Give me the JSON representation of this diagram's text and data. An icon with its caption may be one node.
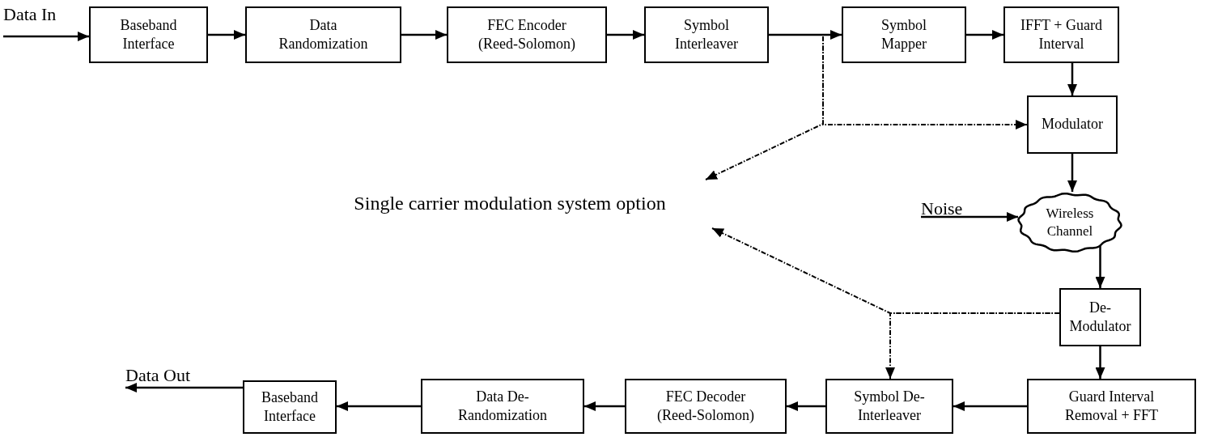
{
  "diagram": {
    "nodes": [
      {
        "text": [
          "Data In"
        ]
      },
      {
        "text": [
          "Baseband Interface"
        ]
      },
      {
        "text": [
          "Data Randomization"
        ]
      },
      {
        "text": [
          "FEC Encoder (Reed-Solomon)"
        ]
      },
      {
        "text": [
          "Symbol Interleaver"
        ]
      },
      {
        "text": [
          "Symbol Mapper"
        ]
      },
      {
        "text": [
          "IFFT + Guard Interval"
        ]
      },
      {
        "text": [
          "Modulator"
        ]
      },
      {
        "text": [
          "Noise"
        ]
      },
      {
        "text": [
          "Wireless Channel"
        ]
      },
      {
        "text": [
          "De- Modulator"
        ]
      },
      {
        "text": [
          "Guard Interval Removal + FFT"
        ]
      },
      {
        "text": [
          "Symbol De- Interleaver"
        ]
      },
      {
        "text": [
          "FEC Decoder (Reed-Solomon)"
        ]
      },
      {
        "text": [
          "Data De- Randomization"
        ]
      },
      {
        "text": [
          "Baseband Interface"
        ]
      },
      {
        "text": [
          "Data Out"
        ]
      },
      {
        "text": [
          "Single carrier modulation system option"
        ]
      }
    ],
    "edges": [
      {
        "from": 0,
        "to": 1,
        "arrow": "to"
      },
      {
        "from": 1,
        "to": 2,
        "arrow": "to"
      },
      {
        "from": 2,
        "to": 3,
        "arrow": "to"
      },
      {
        "from": 3,
        "to": 4,
        "arrow": "to"
      },
      {
        "from": 4,
        "to": 5,
        "arrow": "to"
      },
      {
        "from": 5,
        "to": 6,
        "arrow": "to"
      },
      {
        "from": 6,
        "to": 7,
        "arrow": "to"
      },
      {
        "from": 7,
        "to": 9,
        "arrow": "to"
      },
      {
        "from": 8,
        "to": 9,
        "arrow": "to"
      },
      {
        "from": 9,
        "to": 10,
        "arrow": "to"
      },
      {
        "from": 10,
        "to": 11,
        "arrow": "to"
      },
      {
        "from": 11,
        "to": 12,
        "arrow": "to"
      },
      {
        "from": 12,
        "to": 13,
        "arrow": "to"
      },
      {
        "from": 13,
        "to": 14,
        "arrow": "to"
      },
      {
        "from": 14,
        "to": 15,
        "arrow": "to"
      },
      {
        "from": 15,
        "to": 16,
        "arrow": "to"
      },
      {
        "from": 4,
        "to": 7,
        "arrow": "to",
        "style": "dashed"
      },
      {
        "from": 4,
        "to": 17,
        "arrow": "to",
        "style": "dashed"
      },
      {
        "from": 10,
        "to": 17,
        "arrow": "to",
        "style": "dashed"
      },
      {
        "from": 10,
        "to": 12,
        "arrow": "to",
        "style": "dashed"
      }
    ]
  }
}
